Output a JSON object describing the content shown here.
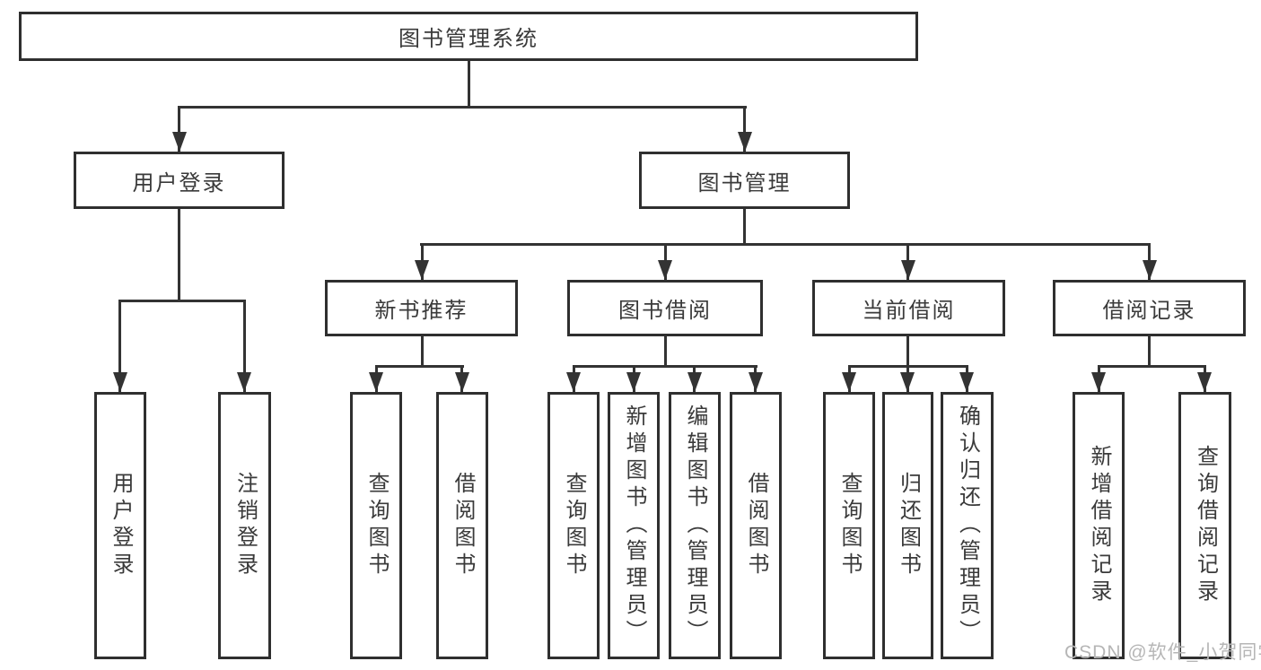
{
  "diagram": {
    "root": {
      "label": "图书管理系统"
    },
    "level2": [
      {
        "label": "用户登录"
      },
      {
        "label": "图书管理"
      }
    ],
    "level3": [
      {
        "label": "新书推荐"
      },
      {
        "label": "图书借阅"
      },
      {
        "label": "当前借阅"
      },
      {
        "label": "借阅记录"
      }
    ],
    "leaves": {
      "user_login": [
        {
          "label": "用户登录"
        },
        {
          "label": "注销登录"
        }
      ],
      "new_books": [
        {
          "label": "查询图书"
        },
        {
          "label": "借阅图书"
        }
      ],
      "book_borrow": [
        {
          "label": "查询图书"
        },
        {
          "label": "新增图书（管理员）"
        },
        {
          "label": "编辑图书（管理员）"
        },
        {
          "label": "借阅图书"
        }
      ],
      "current_borrow": [
        {
          "label": "查询图书"
        },
        {
          "label": "归还图书"
        },
        {
          "label": "确认归还（管理员）"
        }
      ],
      "borrow_records": [
        {
          "label": "新增借阅记录"
        },
        {
          "label": "查询借阅记录"
        }
      ]
    },
    "watermark": "CSDN @软件_小贺同学",
    "colors": {
      "line": "#333333",
      "border": "#2f2f2f",
      "text": "#3a3a3a",
      "watermark_text": "#b6b6b6",
      "background": "#ffffff"
    }
  }
}
